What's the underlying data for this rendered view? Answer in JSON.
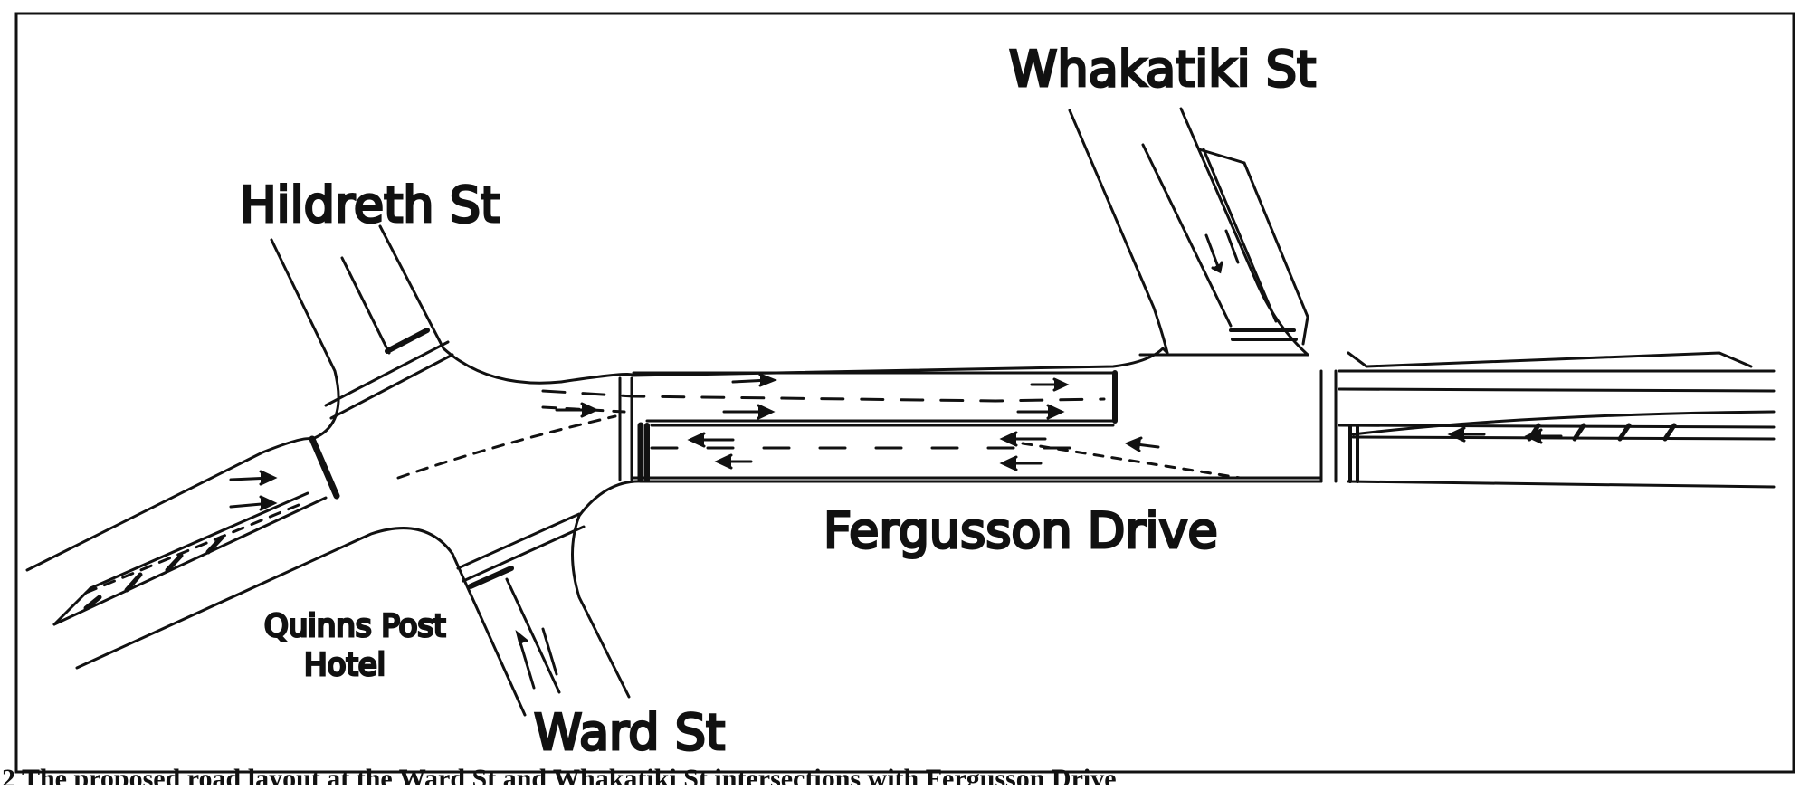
{
  "map": {
    "streets": {
      "hildreth": "Hildreth St",
      "whakatiki": "Whakatiki St",
      "ward": "Ward St",
      "fergusson": "Fergusson Drive"
    },
    "landmark": {
      "line1": "Quinns Post",
      "line2": "Hotel"
    }
  },
  "caption": "2 The proposed road layout at the Ward St and Whakatiki St intersections with Fergusson Drive"
}
